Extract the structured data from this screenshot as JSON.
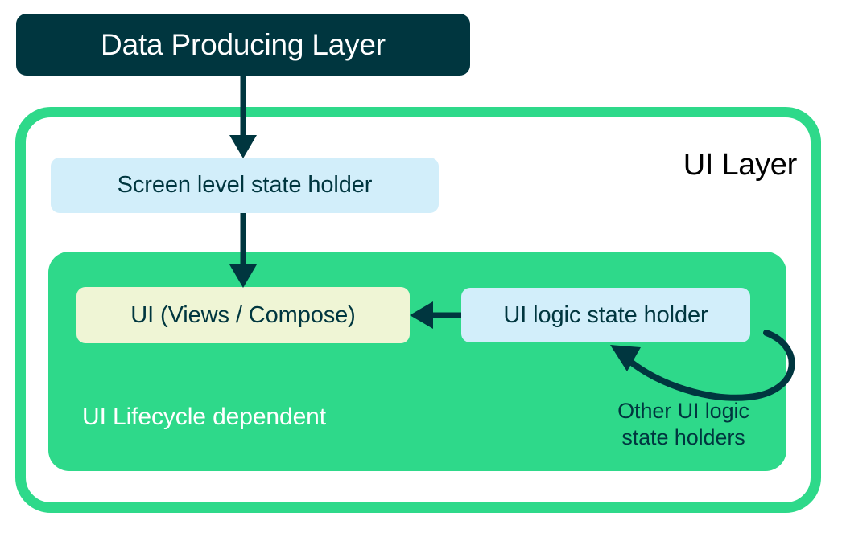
{
  "diagram": {
    "title": "Android UI Layer architecture diagram",
    "colors": {
      "dark_navy": "#00363f",
      "green_accent": "#2ed98a",
      "light_blue": "#d2eefa",
      "beige": "#eff5d5",
      "white": "#ffffff",
      "black": "#000000"
    },
    "nodes": {
      "data_producing_layer": "Data Producing Layer",
      "ui_layer_title": "UI Layer",
      "screen_level_state_holder": "Screen level state holder",
      "ui_views_compose": "UI (Views / Compose)",
      "ui_logic_state_holder": "UI logic state holder",
      "ui_lifecycle_dependent": "UI Lifecycle dependent",
      "other_state_holders_line1": "Other UI logic",
      "other_state_holders_line2": "state holders"
    },
    "arrows": [
      {
        "name": "data-producing-to-screen-state-holder",
        "from": "Data Producing Layer",
        "to": "Screen level state holder",
        "direction": "down"
      },
      {
        "name": "screen-state-holder-to-ui",
        "from": "Screen level state holder",
        "to": "UI (Views / Compose)",
        "direction": "down"
      },
      {
        "name": "ui-logic-state-holder-to-ui",
        "from": "UI logic state holder",
        "to": "UI (Views / Compose)",
        "direction": "left"
      },
      {
        "name": "other-state-holders-loop",
        "from": "UI logic state holder",
        "to": "UI logic state holder",
        "direction": "self-loop"
      }
    ]
  }
}
